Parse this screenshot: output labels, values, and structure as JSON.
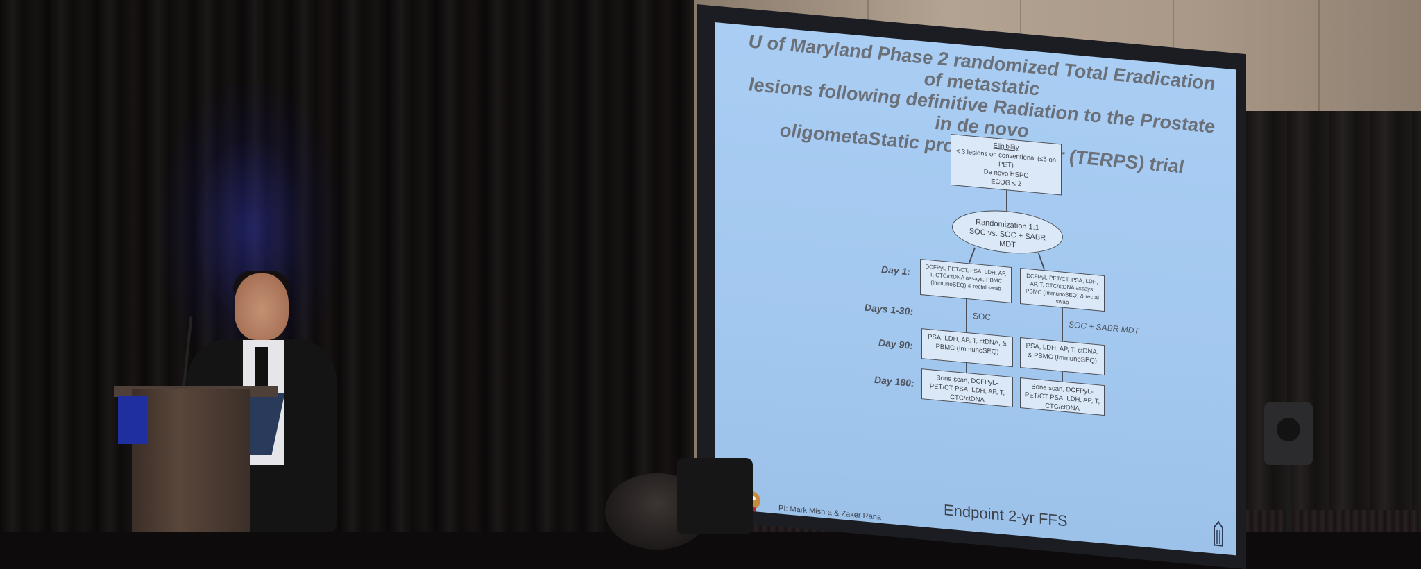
{
  "slide": {
    "title_line1": "U of Maryland Phase 2 randomized Total Eradication of metastatic",
    "title_line2": "lesions following definitive Radiation to the Prostate in de novo",
    "title_line3": "oligometaStatic prostate cancer (TERPS) trial",
    "eligibility": {
      "heading": "Eligibility",
      "line1": "≤ 3 lesions on conventional (≤5 on PET)",
      "line2": "De novo HSPC",
      "line3": "ECOG ≤ 2"
    },
    "randomization": {
      "line1": "Randomization 1:1",
      "line2": "SOC vs. SOC + SABR",
      "line3": "MDT"
    },
    "row_labels": {
      "day1": "Day 1:",
      "days1_30": "Days 1-30:",
      "day90": "Day 90:",
      "day180": "Day 180:"
    },
    "day1_left": "DCFPyL-PET/CT, PSA, LDH, AP, T, CTC/ctDNA assays, PBMC (ImmunoSEQ) & rectal swab",
    "day1_right": "DCFPyL-PET/CT, PSA, LDH, AP, T, CTC/ctDNA assays, PBMC (ImmunoSEQ) & rectal swab",
    "arm_left": "SOC",
    "arm_right": "SOC + SABR MDT",
    "day90_left": "PSA, LDH, AP, T, ctDNA, & PBMC (ImmunoSEQ)",
    "day90_right": "PSA, LDH, AP, T, ctDNA, & PBMC (ImmunoSEQ)",
    "day180_left": "Bone scan, DCFPyL-PET/CT PSA, LDH, AP, T, CTC/ctDNA",
    "day180_right": "Bone scan, DCFPyL-PET/CT PSA, LDH, AP, T, CTC/ctDNA",
    "pi": "PI: Mark Mishra & Zaker Rana",
    "endpoint": "Endpoint 2-yr FFS"
  },
  "colors": {
    "screen": "#a9cdf3",
    "title_text": "#6a6f78",
    "curtain": "#0d0b0b",
    "wall": "#b3a392",
    "podium": "#5a463a",
    "podium_accent": "#1f2fa0"
  },
  "icons": [
    "microphone-icon",
    "terrapin-mascot-icon",
    "university-logo-icon",
    "loudspeaker-icon"
  ]
}
